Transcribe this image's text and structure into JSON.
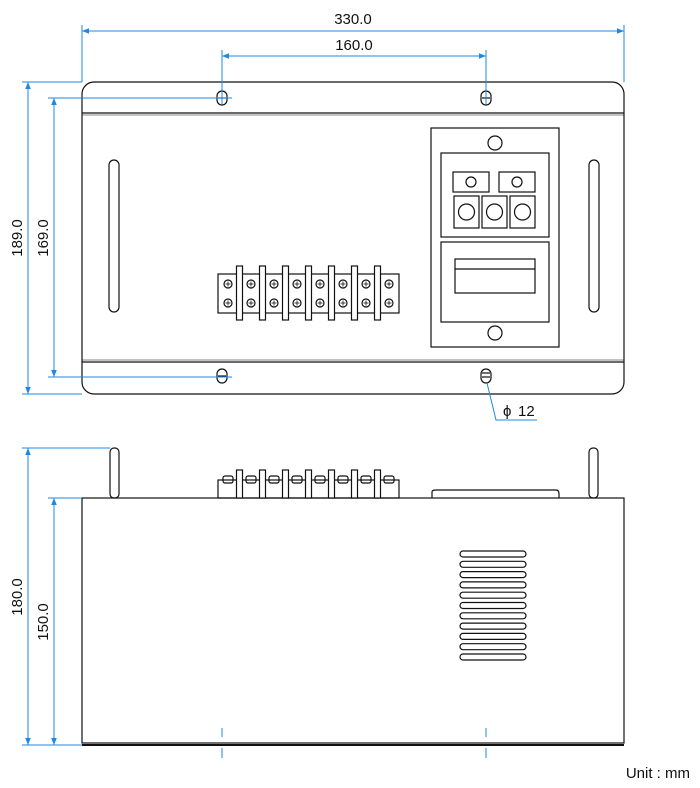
{
  "dimensions": {
    "top_width": "330.0",
    "top_hole_spacing": "160.0",
    "top_height_outer": "189.0",
    "top_height_inner": "169.0",
    "hole_diameter": "12",
    "hole_diameter_symbol": "ϕ",
    "side_height_outer": "180.0",
    "side_height_body": "150.0"
  },
  "unit_label": "Unit : mm",
  "colors": {
    "dimension": "#1e88e5",
    "outline": "#111111",
    "leader": "#1e88e5"
  }
}
